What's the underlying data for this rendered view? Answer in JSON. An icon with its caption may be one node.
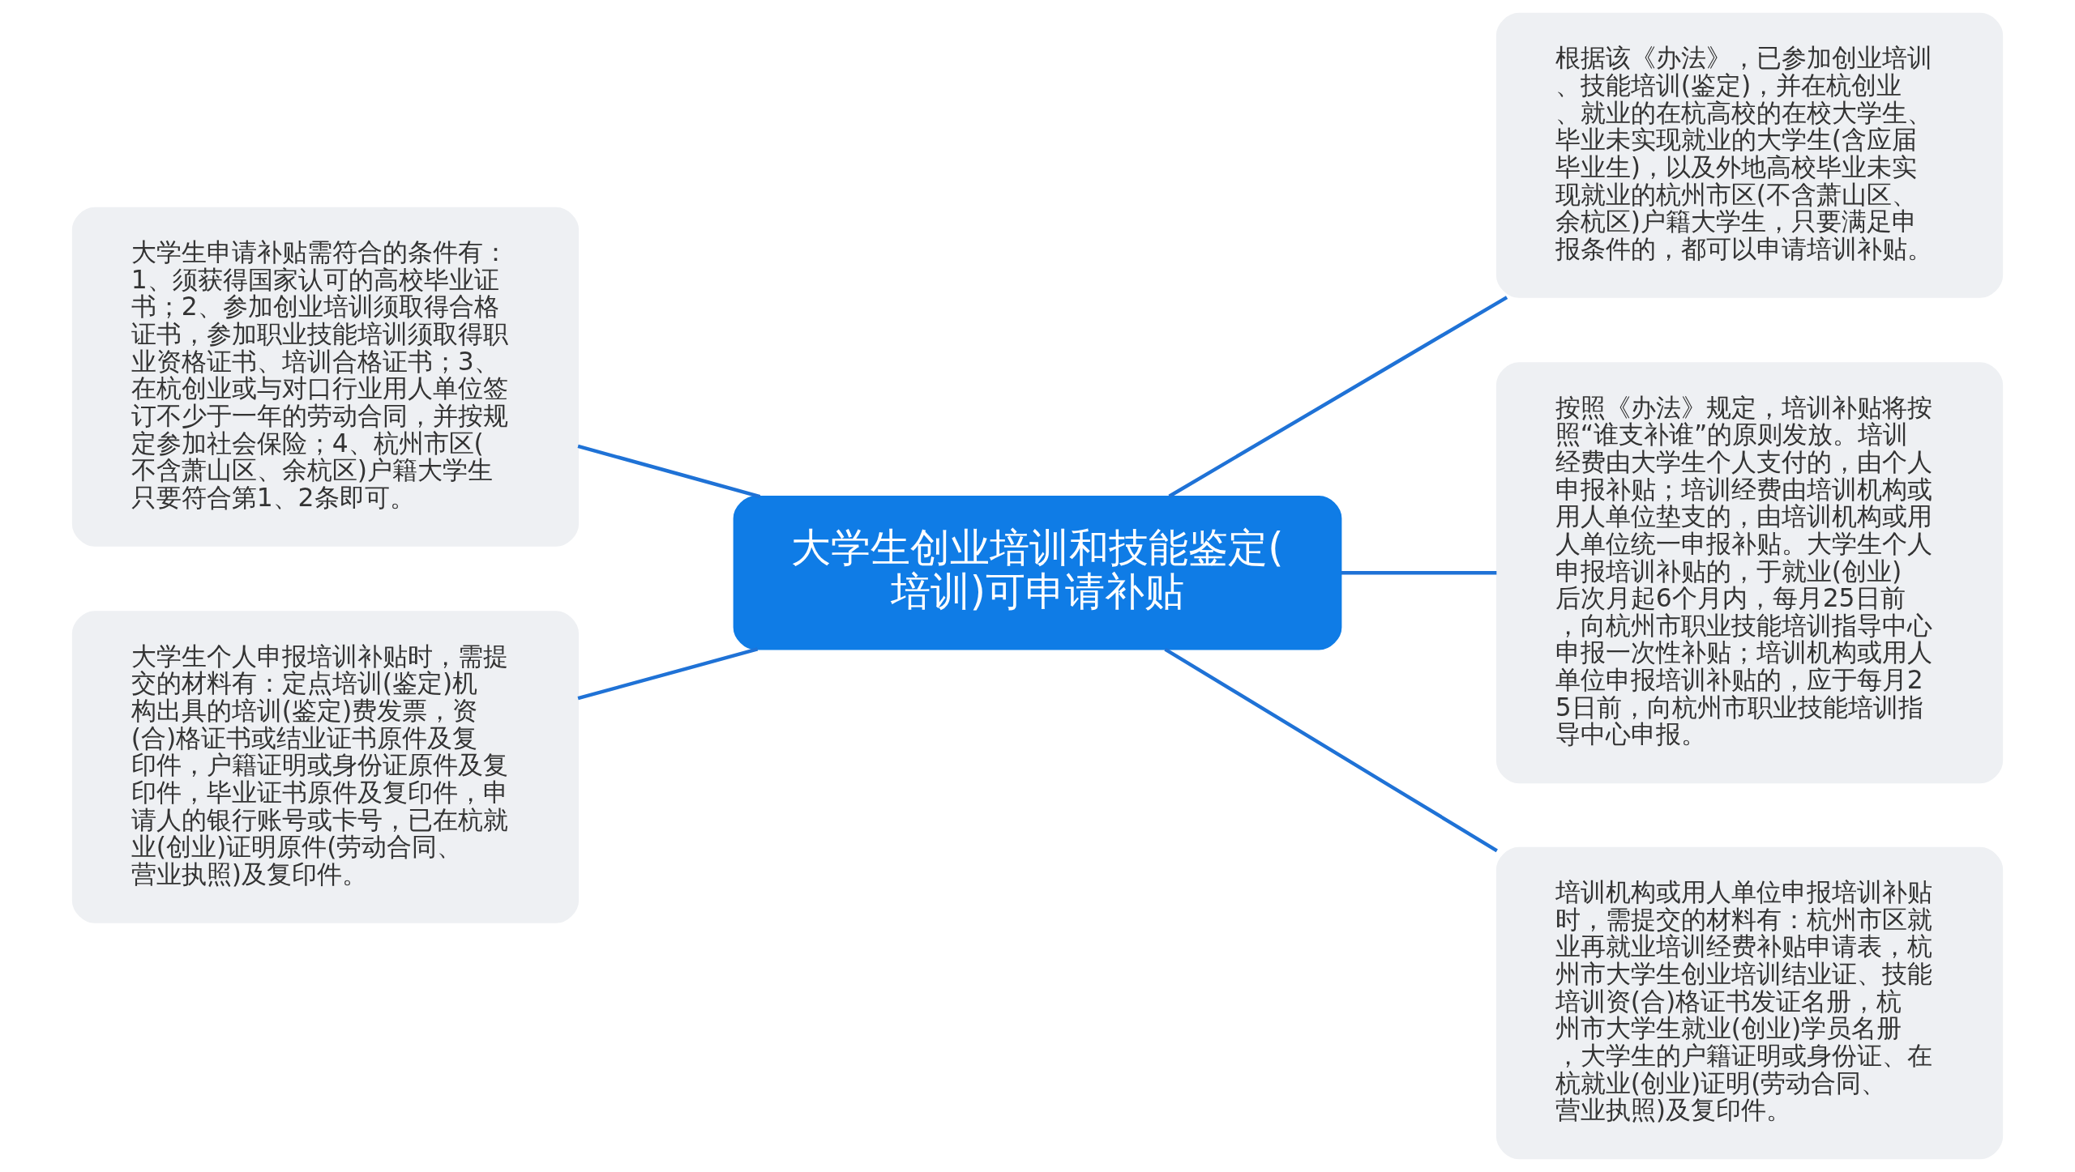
{
  "diagram": {
    "nodes": [
      {
        "text": [
          "大学生创业培训和技能鉴定(培训)可申请补贴"
        ]
      },
      {
        "text": [
          "大学生申请补贴需符合的条件有：1、须获得国家认可的高校毕业证书；2、参加创业培训须取得合格证书，参加职业技能培训须取得职业资格证书、培训合格证书；3、在杭创业或与对口行业用人单位签订不少于一年的劳动合同，并按规定参加社会保险；4、杭州市区(不含萧山区、余杭区)户籍大学生只要符合第1、2条即可。"
        ]
      },
      {
        "text": [
          "大学生个人申报培训补贴时，需提交的材料有：定点培训(鉴定)机构出具的培训(鉴定)费发票，资(合)格证书或结业证书原件及复印件，户籍证明或身份证原件及复印件，毕业证书原件及复印件，申请人的银行账号或卡号，已在杭就业(创业)证明原件(劳动合同、营业执照)及复印件。"
        ]
      },
      {
        "text": [
          "根据该《办法》，已参加创业培训、技能培训(鉴定)，并在杭创业、就业的在杭高校的在校大学生、毕业未实现就业的大学生(含应届毕业生)，以及外地高校毕业未实现就业的杭州市区(不含萧山区、余杭区)户籍大学生，只要满足申报条件的，都可以申请培训补贴。"
        ]
      },
      {
        "text": [
          "按照《办法》规定，培训补贴将按照“谁支补谁”的原则发放。培训经费由大学生个人支付的，由个人申报补贴；培训经费由培训机构或用人单位垫支的，由培训机构或用人单位统一申报补贴。大学生个人申报培训补贴的，于就业(创业)后次月起6个月内，每月25日前，向杭州市职业技能培训指导中心申报一次性补贴；培训机构或用人单位申报培训补贴的，应于每月25日前，向杭州市职业技能培训指导中心申报。"
        ]
      },
      {
        "text": [
          "培训机构或用人单位申报培训补贴时，需提交的材料有：杭州市区就业再就业培训经费补贴申请表，杭州市大学生创业培训结业证、技能培训资(合)格证书发证名册，杭州市大学生就业(创业)学员名册，大学生的户籍证明或身份证、在杭就业(创业)证明(劳动合同、营业执照)及复印件。"
        ]
      }
    ],
    "edges": [
      {
        "from": 0,
        "to": 1,
        "arrow": "none"
      },
      {
        "from": 0,
        "to": 2,
        "arrow": "none"
      },
      {
        "from": 0,
        "to": 3,
        "arrow": "none"
      },
      {
        "from": 0,
        "to": 4,
        "arrow": "none"
      },
      {
        "from": 0,
        "to": 5,
        "arrow": "none"
      }
    ]
  }
}
